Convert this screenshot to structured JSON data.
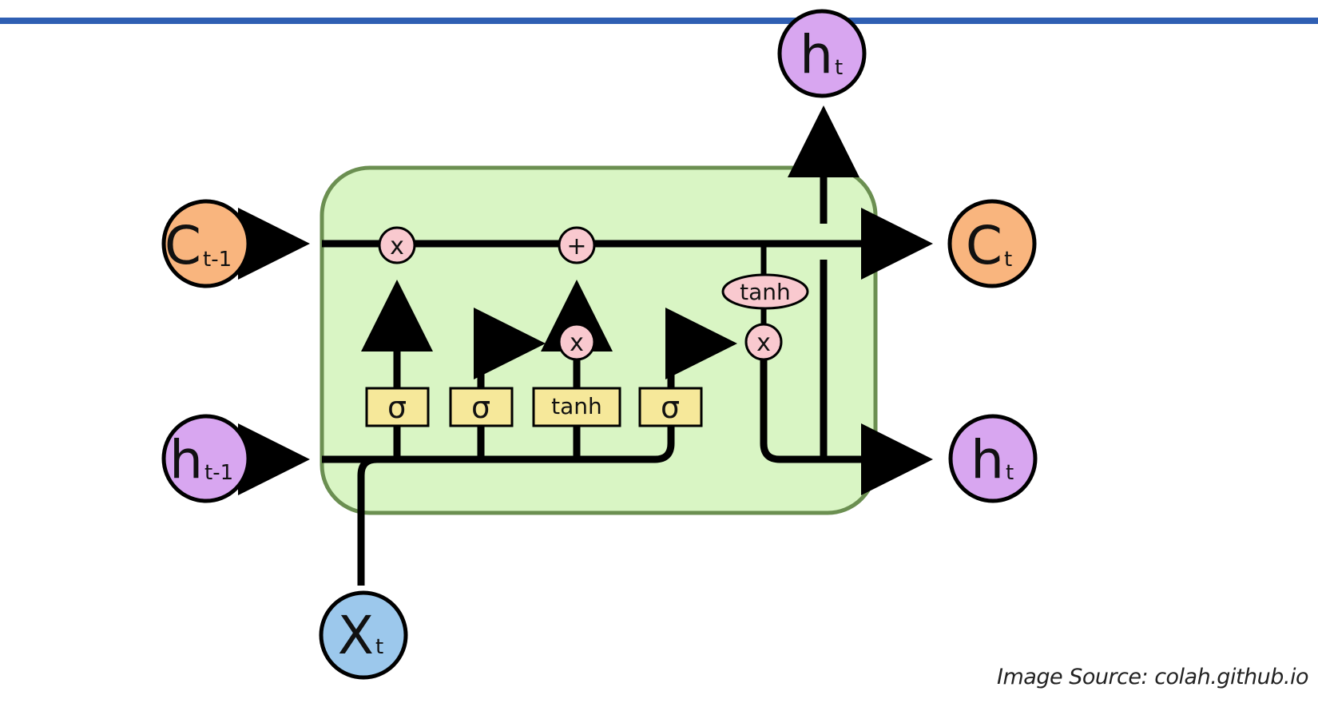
{
  "diagram": {
    "nodes": {
      "c_prev": {
        "main": "C",
        "sub": "t-1"
      },
      "h_prev": {
        "main": "h",
        "sub": "t-1"
      },
      "x_t": {
        "main": "X",
        "sub": "t"
      },
      "c_t": {
        "main": "C",
        "sub": "t"
      },
      "h_t_right": {
        "main": "h",
        "sub": "t"
      },
      "h_t_top": {
        "main": "h",
        "sub": "t"
      }
    },
    "gates": {
      "forget": "σ",
      "input": "σ",
      "candidate": "tanh",
      "output": "σ"
    },
    "ops": {
      "mult_forget": "x",
      "add": "+",
      "mult_input": "x",
      "mult_output": "x",
      "tanh_cell": "tanh"
    },
    "colors": {
      "cell_fill": "#d9f5c4",
      "cell_border": "#6b8f51",
      "c_node": "#f9b57e",
      "h_node": "#d8a6f0",
      "x_node": "#9cc8ec",
      "gate": "#f6e89a",
      "op": "#f9c9cf"
    }
  },
  "caption": "Image Source: colah.github.io"
}
